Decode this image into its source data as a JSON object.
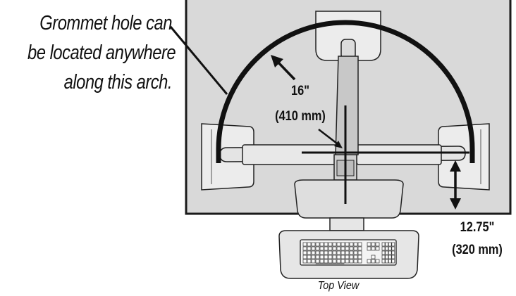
{
  "callout": {
    "lines": [
      "Grommet hole can",
      "be located anywhere",
      "along this arch."
    ]
  },
  "radius_dimension": {
    "imperial": "16\"",
    "metric": "(410 mm)"
  },
  "edge_dimension": {
    "imperial": "12.75\"",
    "metric": "(320 mm)"
  },
  "caption": "Top View",
  "colors": {
    "desk_surface": "#d9d9d9",
    "equipment_fill": "#ededed",
    "outline": "#1a1a1a",
    "arch_stroke": "#111111",
    "background": "#ffffff"
  }
}
